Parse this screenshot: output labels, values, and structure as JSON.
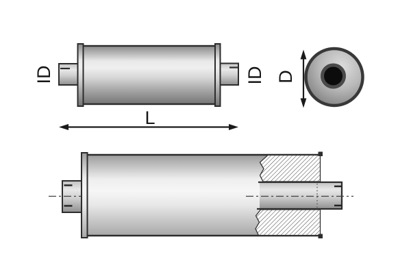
{
  "diagram": {
    "type": "technical-drawing",
    "subject": "exhaust-silencer-muffler",
    "views": {
      "side_view": "side view with inlet and outlet stubs",
      "end_view": "circular end view with center bore",
      "section_view": "cut-away section view with hatched packing and inner pipe"
    },
    "labels": {
      "id_left": "ID",
      "id_right": "ID",
      "length": "L",
      "diameter": "D"
    },
    "colors": {
      "background": "#ffffff",
      "outline": "#2c2c2c",
      "dimension_line": "#1a1a1a",
      "metal_highlight": "#f6f6f6",
      "metal_shadow": "#757575",
      "hatch_line": "#3f3f3f",
      "bore_hole": "#0c0c0c",
      "bore_ring": "#4a4a4a"
    }
  }
}
